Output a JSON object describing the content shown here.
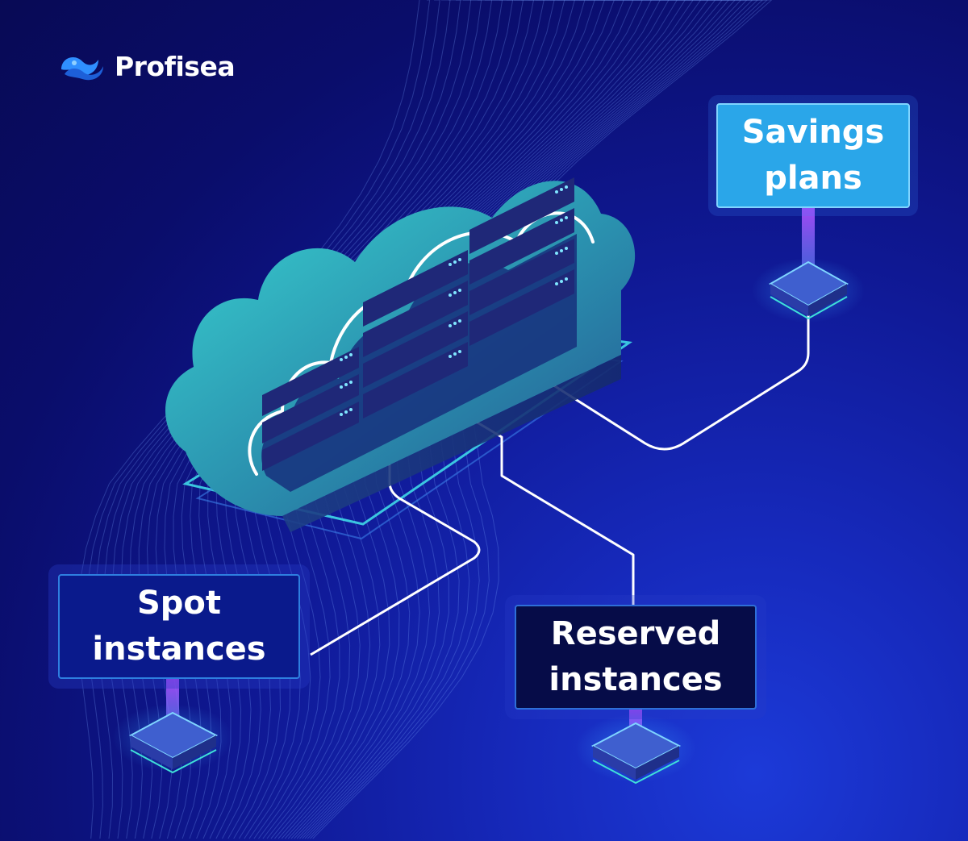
{
  "brand": {
    "name": "Profisea",
    "logo_icon": "wave-logo-icon"
  },
  "nodes": [
    {
      "id": "savings",
      "line1": "Savings",
      "line2": "plans"
    },
    {
      "id": "spot",
      "line1": "Spot",
      "line2": "instances"
    },
    {
      "id": "reserved",
      "line1": "Reserved",
      "line2": "instances"
    }
  ],
  "colors": {
    "background": "#0b0f66",
    "accent_cyan": "#3fe0d8",
    "savings_box": "#2aa6e9",
    "spot_box": "#0a1a8c",
    "reserved_box": "#060c48",
    "connector": "#ffffff"
  }
}
